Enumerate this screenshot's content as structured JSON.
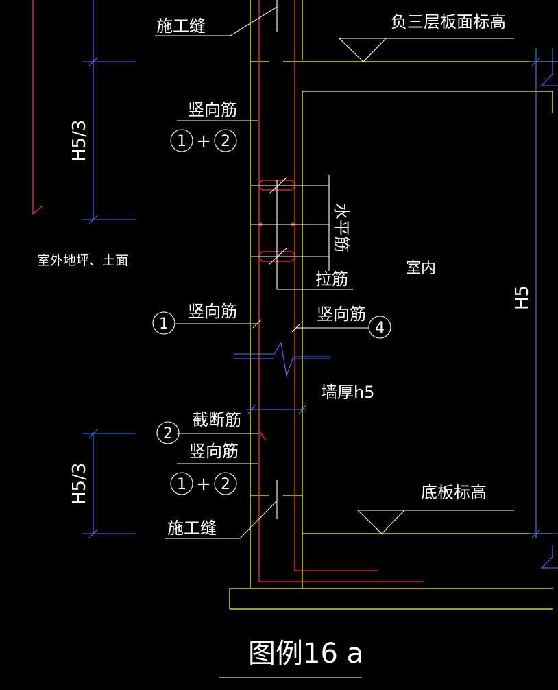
{
  "colors": {
    "background": "#000000",
    "wall_outline": "#ffff00",
    "rebar": "#ff2a2a",
    "dimension": "#4a78ff",
    "leader": "#ffffff",
    "text": "#ffffff"
  },
  "labels": {
    "construction_joint_top": "施工缝",
    "construction_joint_bottom": "施工缝",
    "level_b3_slab": "负三层板面标高",
    "level_base_slab": "底板标高",
    "vertical_bar_top": "竖向筋",
    "vertical_bar_1": "竖向筋",
    "vertical_bar_4": "竖向筋",
    "vertical_bar_bottom": "竖向筋",
    "horizontal_bar": "水平筋",
    "tie_bar": "拉筋",
    "cutoff_bar": "截断筋",
    "wall_thickness": "墙厚h5",
    "outdoor_grade": "室外地坪、土面",
    "indoor": "室内",
    "dim_top": "H5/3",
    "dim_bottom": "H5/3",
    "dim_height": "H5",
    "figure_title": "图例16 a"
  },
  "markers": {
    "combo_top_a": "1",
    "combo_top_plus": "+",
    "combo_top_b": "2",
    "bar_1": "1",
    "bar_4": "4",
    "bar_2": "2",
    "combo_bottom_a": "1",
    "combo_bottom_plus": "+",
    "combo_bottom_b": "2"
  }
}
